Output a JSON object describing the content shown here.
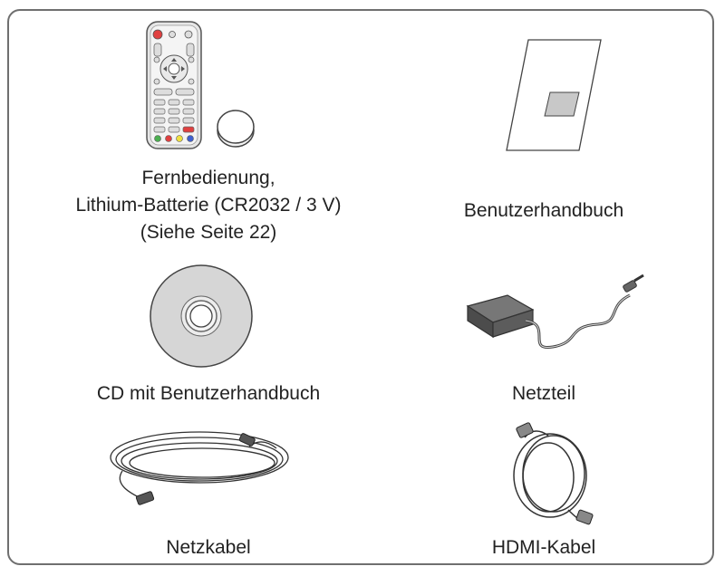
{
  "items": [
    {
      "id": "remote",
      "lines": [
        "Fernbedienung,",
        "Lithium-Batterie (CR2032 / 3 V)",
        "(Siehe Seite 22)"
      ]
    },
    {
      "id": "manual",
      "lines": [
        "Benutzerhandbuch"
      ]
    },
    {
      "id": "cd",
      "lines": [
        "CD mit Benutzerhandbuch"
      ]
    },
    {
      "id": "adapter",
      "lines": [
        "Netzteil"
      ]
    },
    {
      "id": "power_cable",
      "lines": [
        "Netzkabel"
      ]
    },
    {
      "id": "hdmi_cable",
      "lines": [
        "HDMI-Kabel"
      ]
    }
  ]
}
